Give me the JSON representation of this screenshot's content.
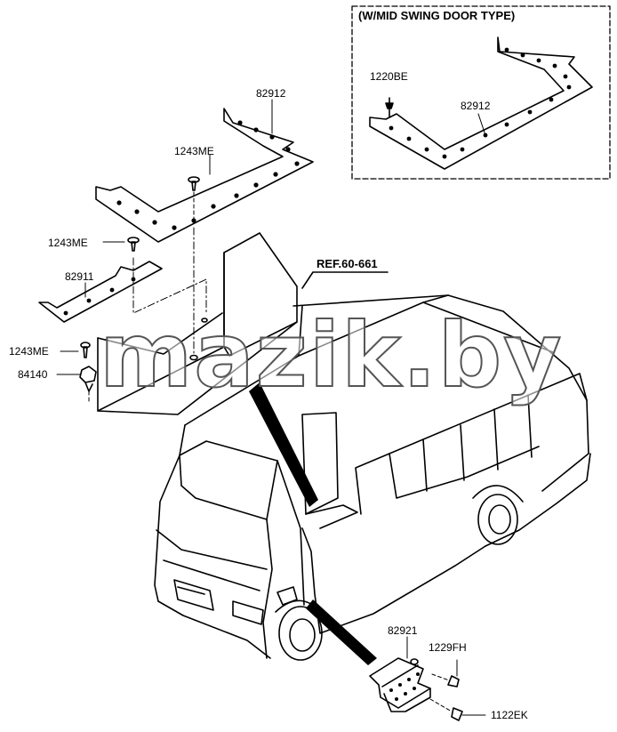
{
  "inset": {
    "title": "(W/MID SWING DOOR TYPE)"
  },
  "labels": {
    "p82912_top": "82912",
    "p1243me_a": "1243ME",
    "p1243me_b": "1243ME",
    "p82911": "82911",
    "p1243me_c": "1243ME",
    "p84140": "84140",
    "ref": "REF.60-661",
    "p1220be": "1220BE",
    "p82912_inset": "82912",
    "p82921": "82921",
    "p1229fh": "1229FH",
    "p1122ek": "1122EK"
  },
  "watermark": "mazik.by"
}
